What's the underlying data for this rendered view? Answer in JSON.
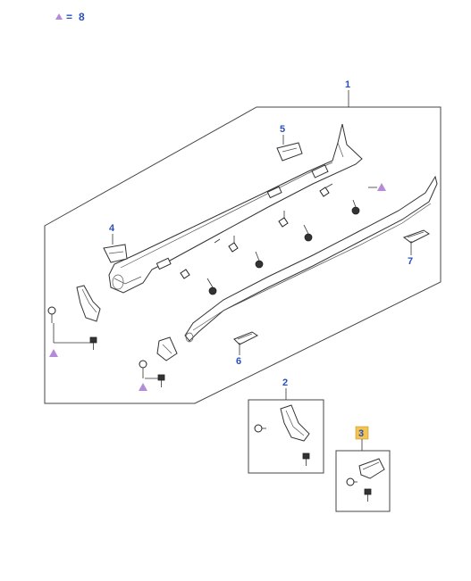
{
  "legend": {
    "symbol": "triangle-icon",
    "equals": "=",
    "value": "8"
  },
  "callouts": {
    "c1": "1",
    "c2": "2",
    "c3": "3",
    "c4": "4",
    "c5": "5",
    "c6": "6",
    "c7": "7"
  },
  "colors": {
    "callout_text": "#2a4fb8",
    "triangle": "#b58ad6",
    "highlight": "#f1c453",
    "line": "#333333"
  }
}
